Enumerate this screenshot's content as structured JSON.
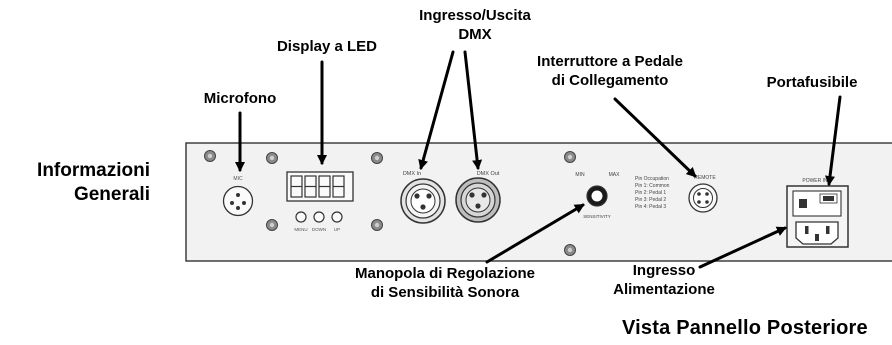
{
  "section_title": {
    "line1": "Informazioni",
    "line2": "Generali"
  },
  "view_title": "Vista Pannello Posteriore",
  "callouts": {
    "microphone": "Microfono",
    "led_display": "Display a LED",
    "dmx_line1": "Ingresso/Uscita",
    "dmx_line2": "DMX",
    "footswitch_line1": "Interruttore a Pedale",
    "footswitch_line2": "di Collegamento",
    "fuse_holder": "Portafusibile",
    "sensitivity_line1": "Manopola di Regolazione",
    "sensitivity_line2": "di Sensibilità Sonora",
    "power_line1": "Ingresso",
    "power_line2": "Alimentazione"
  },
  "panel_text": {
    "mic": "MIC",
    "btn_menu": "MENU",
    "btn_down": "DOWN",
    "btn_up": "UP",
    "dmx_in": "DMX In",
    "dmx_out": "DMX Out",
    "knob_min": "MIN",
    "knob_max": "MAX",
    "knob_label": "SENSITIVITY",
    "pin_lines": [
      "Pin Occupation",
      "Pin 1: Common",
      "Pin 2: Pedal 1",
      "Pin 3: Pedal 2",
      "Pin 4: Pedal 3"
    ],
    "remote": "REMOTE",
    "power_in": "POWER IN"
  },
  "colors": {
    "panel": "#f2f2f2",
    "outline": "#333333",
    "text": "#000000"
  }
}
